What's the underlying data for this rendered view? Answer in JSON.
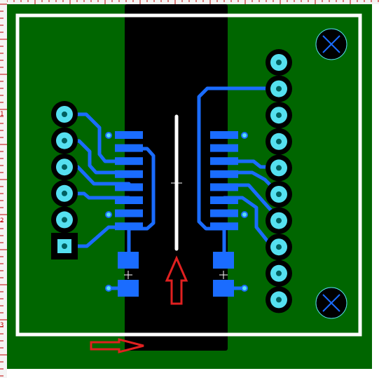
{
  "ruler": {
    "marks": [
      "1",
      "2",
      "3"
    ]
  },
  "colors": {
    "board": "#006600",
    "copper_void": "#000000",
    "outline": "#ffffff",
    "trace": "#1a6cff",
    "pad_ring": "#000000",
    "pad_fill": "#55e0f0",
    "smd_pad": "#1a6cff",
    "ruler": "#c00000",
    "arrow": "#e02020",
    "mount_hole": "#000000",
    "mount_cross": "#1a6cff"
  },
  "icons": {
    "mount_hole": "mounting-hole-icon",
    "up_arrow": "up-arrow-icon",
    "right_arrow": "right-arrow-icon"
  },
  "layers": {
    "left_header_pins": 6,
    "right_header_pins": 10,
    "ic_pins_per_side": 8
  }
}
